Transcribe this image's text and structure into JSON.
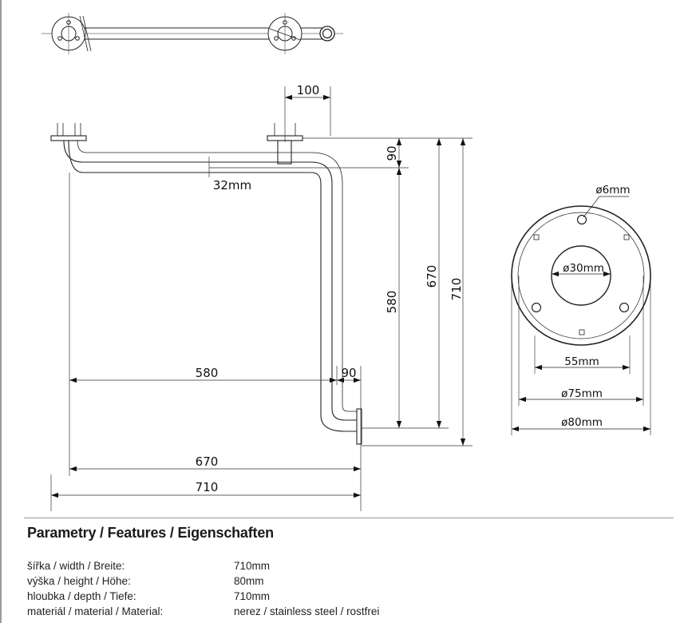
{
  "dimensions": {
    "top_offset": "100",
    "vertical_drop": "90",
    "tube_offset": "32mm",
    "inner_height": "580",
    "mid_height": "670",
    "total_height": "710",
    "inner_width": "580",
    "end_offset": "90",
    "mid_width": "670",
    "total_width": "710"
  },
  "flange_detail": {
    "hole_diameter": "ø6mm",
    "center_diameter": "ø30mm",
    "hole_spacing": "55mm",
    "inner_diameter": "ø75mm",
    "outer_diameter": "ø80mm"
  },
  "features": {
    "title": "Parametry / Features / Eigenschaften",
    "rows": [
      {
        "label": "šířka / width / Breite:",
        "value": "710mm"
      },
      {
        "label": "výška / height / Höhe:",
        "value": "80mm"
      },
      {
        "label": "hloubka / depth / Tiefe:",
        "value": "710mm"
      },
      {
        "label": "materiál / material / Material:",
        "value": "nerez / stainless steel / rostfrei"
      }
    ]
  }
}
